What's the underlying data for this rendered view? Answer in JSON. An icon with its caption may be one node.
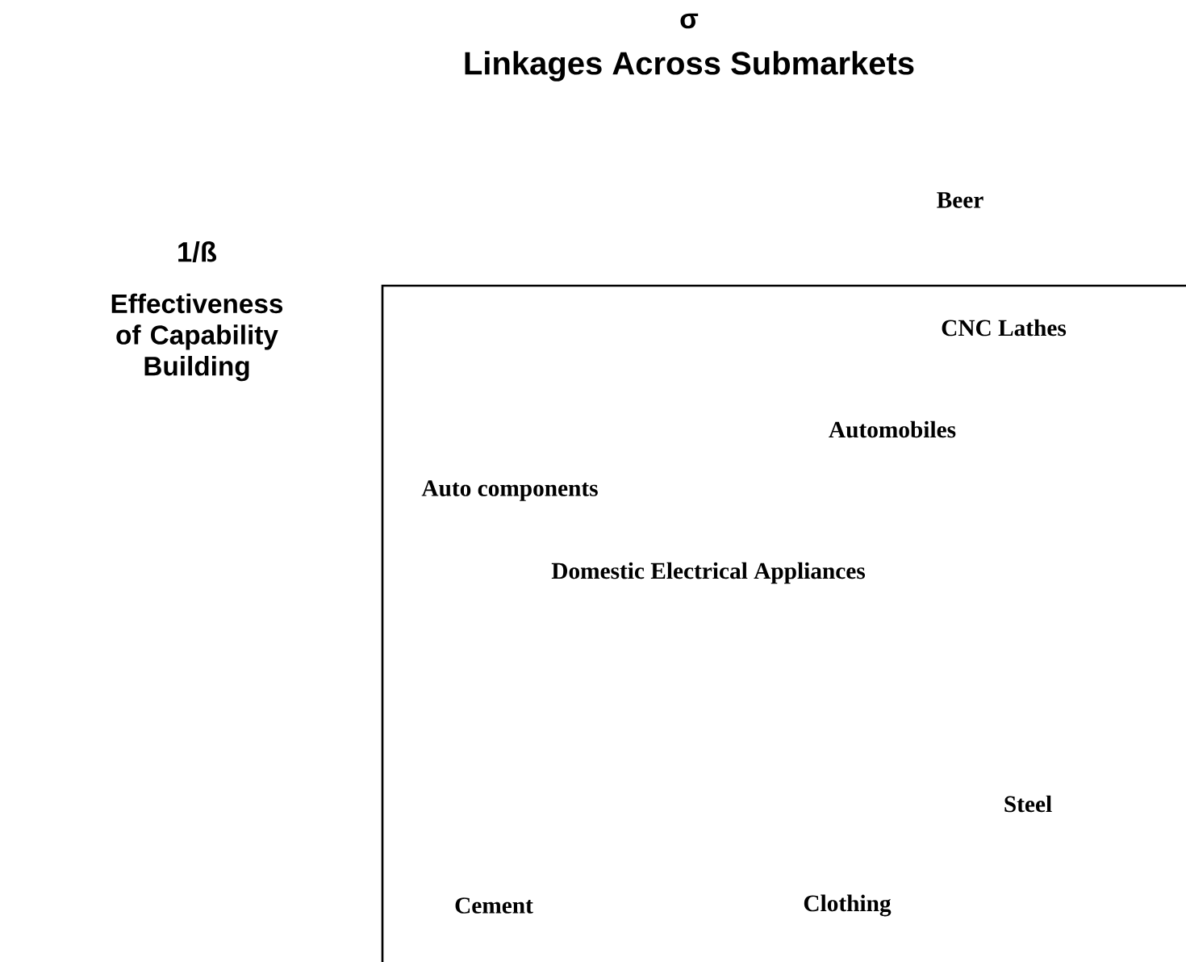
{
  "diagram": {
    "title": "Linkages Across Submarkets",
    "labels": [
      "σ",
      "1/ß",
      "Effectiveness of Capability Building",
      "Beer",
      "CNC Lathes",
      "Automobiles",
      "Auto components",
      "Domestic Electrical Appliances",
      "Steel",
      "Cement",
      "Clothing"
    ]
  }
}
